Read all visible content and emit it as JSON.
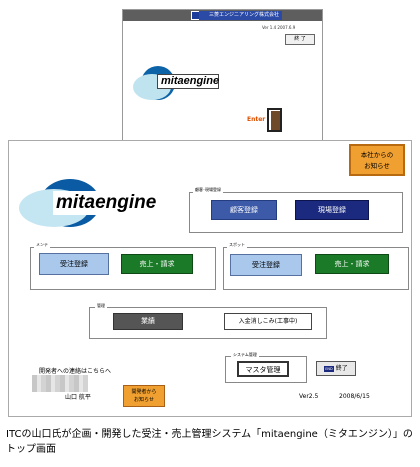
{
  "splash": {
    "company": "三菱エンジニアリング株式会社",
    "version": "Ver 1.4  2007.6.9",
    "close_label": "終 了",
    "logo_text": "mitaengine",
    "enter_label": "Enter"
  },
  "main": {
    "logo_text": "mitaengine",
    "notice_top": [
      "本社からの",
      "お知らせ"
    ],
    "customer_group": {
      "label": "顧客･現場登録",
      "customer_reg": "顧客登録",
      "site_reg": "現場登録"
    },
    "maint_group": {
      "label": "メンテ",
      "order_reg": "受注登録",
      "sales_bill": "売上・請求"
    },
    "spot_group": {
      "label": "スポット",
      "order_reg": "受注登録",
      "sales_bill": "売上・請求"
    },
    "admin_group": {
      "label": "管理",
      "results": "業績",
      "deposit": "入金消しこみ(工事中)"
    },
    "system_group": {
      "label": "システム管理",
      "master": "マスタ管理"
    },
    "end_badge": "END",
    "end_label": "終了",
    "contact_text": "開発者への連絡はこちらへ",
    "contact_name": "山口 航平",
    "notice_bottom": [
      "開発者から",
      "お知らせ"
    ],
    "version": "Ver2.5",
    "date": "2008/6/15"
  },
  "caption": "ITCの山口氏が企画・開発した受注・売上管理システム「mitaengine（ミタエンジン）」のトップ画面",
  "colors": {
    "navy": "#1b2a7e",
    "green": "#1b7a28",
    "orange": "#f0a030",
    "light_blue": "#a9c8ec"
  }
}
